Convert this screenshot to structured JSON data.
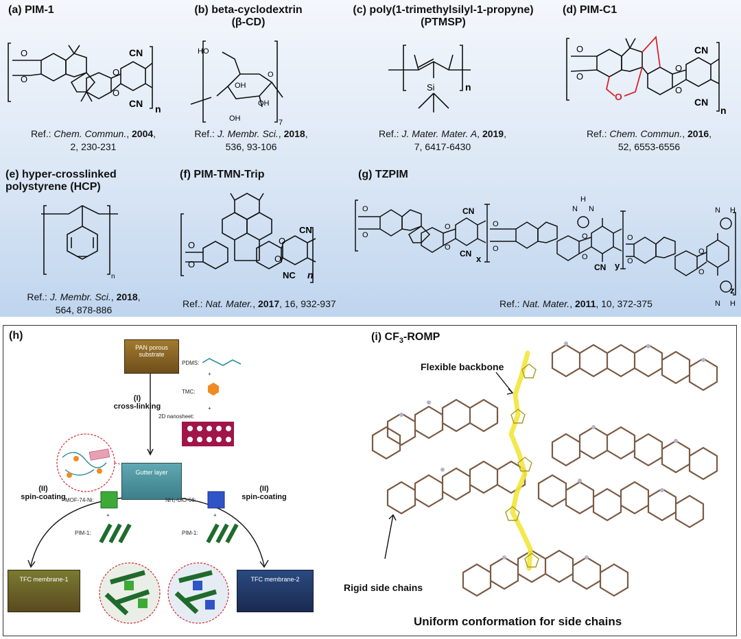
{
  "panels": {
    "a": {
      "label": "(a) PIM-1",
      "ref_prefix": "Ref.: ",
      "ref_journal": "Chem. Commun.",
      "ref_sep": ", ",
      "ref_year": "2004",
      "ref_tail": ",",
      "ref_line2": "2, 230-231"
    },
    "b": {
      "label_line1": "(b) beta-cyclodextrin",
      "label_line2": "(β-CD)",
      "ref_prefix": "Ref.: ",
      "ref_journal": "J. Membr. Sci.",
      "ref_sep": ", ",
      "ref_year": "2018",
      "ref_tail": ",",
      "ref_line2": "536, 93-106"
    },
    "c": {
      "label_line1": "(c) poly(1-trimethylsilyl-1-propyne)",
      "label_line2": "(PTMSP)",
      "ref_prefix": "Ref.: ",
      "ref_journal": "J. Mater. Mater. A",
      "ref_sep": ", ",
      "ref_year": "2019",
      "ref_tail": ",",
      "ref_line2": "7, 6417-6430"
    },
    "d": {
      "label": "(d) PIM-C1",
      "ref_prefix": "Ref.: ",
      "ref_journal": "Chem. Commun.",
      "ref_sep": ", ",
      "ref_year": "2016",
      "ref_tail": ",",
      "ref_line2": "52, 6553-6556"
    },
    "e": {
      "label_line1": "(e) hyper-crosslinked",
      "label_line2": "polystyrene (HCP)",
      "ref_prefix": "Ref.: ",
      "ref_journal": "J. Membr. Sci.",
      "ref_sep": ", ",
      "ref_year": "2018",
      "ref_tail": ",",
      "ref_line2": "564, 878-886"
    },
    "f": {
      "label": "(f) PIM-TMN-Trip",
      "ref_prefix": "Ref.: ",
      "ref_journal": "Nat. Mater.",
      "ref_sep": ", ",
      "ref_year": "2017",
      "ref_tail": ", 16, 932-937"
    },
    "g": {
      "label": "(g) TZPIM",
      "ref_prefix": "Ref.: ",
      "ref_journal": "Nat. Mater.",
      "ref_sep": ", ",
      "ref_year": "2011",
      "ref_tail": ", 10, 372-375"
    },
    "h": {
      "label": "(h)",
      "substrate": "PAN porous substrate",
      "step1_num": "(I)",
      "step1": "cross-linking",
      "gutter": "Gutter layer",
      "pdms": "PDMS:",
      "tmc": "TMC:",
      "nanosheet": "2D nanosheet:",
      "step2_num": "(II)",
      "step2": "spin-coating",
      "mof1": "MOF-74-Ni:",
      "mof2": "NH₂-UiO-66:",
      "pim": "PIM-1:",
      "plus": "+",
      "tfc1": "TFC membrane-1",
      "tfc2": "TFC membrane-2"
    },
    "i": {
      "label_prefix": "(i) CF",
      "label_sub": "3",
      "label_suffix": "-ROMP",
      "backbone": "Flexible backbone",
      "rigid": "Rigid side chains",
      "caption": "Uniform conformation for side chains"
    }
  },
  "chem": {
    "O": "O",
    "CN": "CN",
    "NC": "NC",
    "n": "n",
    "x": "x",
    "y": "y",
    "z": "z",
    "seven": "7",
    "Si": "Si",
    "HO": "HO",
    "OH": "OH",
    "N": "N",
    "H": "H"
  },
  "colors": {
    "bg_top": "#f4f7fc",
    "bg_bottom": "#bfd5ee",
    "highlight_red": "#d8232a",
    "backbone_yellow": "#f2e53a",
    "side_chain_brown": "#7a5a44",
    "pan_block": "#8a6a2a",
    "gutter_block": "#4f9aa6",
    "tfc1_block": "#6b6a2a",
    "tfc2_block": "#203866",
    "mof_green": "#3caa35",
    "mof_blue": "#2f54c8"
  }
}
